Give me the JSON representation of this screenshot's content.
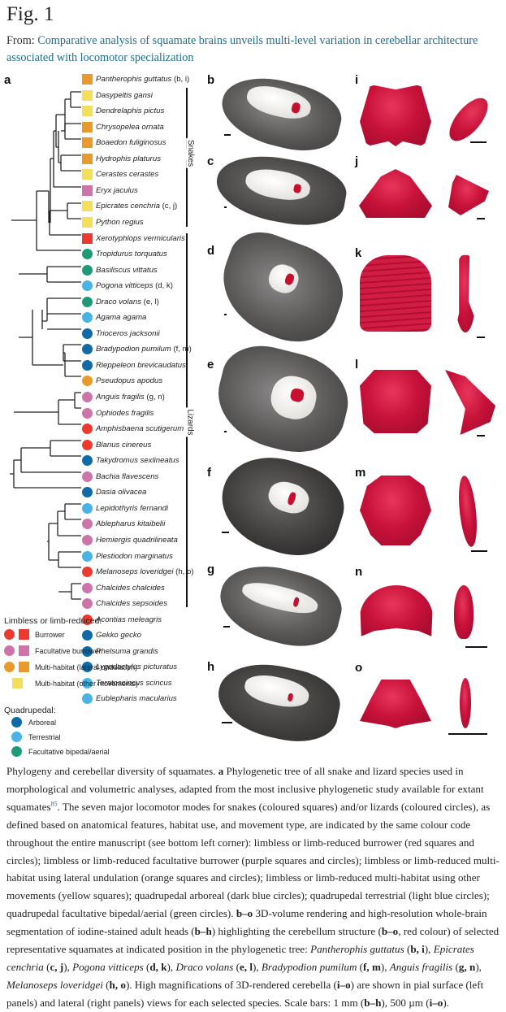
{
  "figure": {
    "title": "Fig. 1",
    "from_label": "From:",
    "article_title": "Comparative analysis of squamate brains unveils multi-level variation in cerebellar architecture associated with locomotor specialization"
  },
  "panel_a": {
    "letter": "a",
    "colors": {
      "burrower": "#ee3a2e",
      "facultative_burrower": "#cf74ab",
      "multi_habitat_lateral": "#ea9a2a",
      "multi_habitat_other": "#f4df5a",
      "arboreal": "#0f6aa8",
      "terrestrial": "#48b4e6",
      "facultative_bipedal": "#1e9a76"
    },
    "clades": [
      {
        "label": "Snakes"
      },
      {
        "label": "Lizards"
      }
    ],
    "species": [
      {
        "name": "Pantherophis guttatus",
        "ref": " (b, i)",
        "shape": "square",
        "mode": "multi_habitat_lateral"
      },
      {
        "name": "Dasypeltis gansi",
        "ref": "",
        "shape": "square",
        "mode": "multi_habitat_other"
      },
      {
        "name": "Dendrelaphis pictus",
        "ref": "",
        "shape": "square",
        "mode": "multi_habitat_other"
      },
      {
        "name": "Chrysopelea ornata",
        "ref": "",
        "shape": "square",
        "mode": "multi_habitat_lateral"
      },
      {
        "name": "Boaedon fuliginosus",
        "ref": "",
        "shape": "square",
        "mode": "multi_habitat_lateral"
      },
      {
        "name": "Hydrophis platurus",
        "ref": "",
        "shape": "square",
        "mode": "multi_habitat_lateral"
      },
      {
        "name": "Cerastes cerastes",
        "ref": "",
        "shape": "square",
        "mode": "multi_habitat_other"
      },
      {
        "name": "Eryx jaculus",
        "ref": "",
        "shape": "square",
        "mode": "facultative_burrower"
      },
      {
        "name": "Epicrates cenchria",
        "ref": " (c, j)",
        "shape": "square",
        "mode": "multi_habitat_other"
      },
      {
        "name": "Python regius",
        "ref": "",
        "shape": "square",
        "mode": "multi_habitat_other"
      },
      {
        "name": "Xerotyphlops vermicularis",
        "ref": "",
        "shape": "square",
        "mode": "burrower"
      },
      {
        "name": "Tropidurus torquatus",
        "ref": "",
        "shape": "circle",
        "mode": "facultative_bipedal"
      },
      {
        "name": "Basiliscus vittatus",
        "ref": "",
        "shape": "circle",
        "mode": "facultative_bipedal"
      },
      {
        "name": "Pogona vitticeps",
        "ref": " (d, k)",
        "shape": "circle",
        "mode": "terrestrial"
      },
      {
        "name": "Draco volans",
        "ref": " (e, l)",
        "shape": "circle",
        "mode": "facultative_bipedal"
      },
      {
        "name": "Agama agama",
        "ref": "",
        "shape": "circle",
        "mode": "terrestrial"
      },
      {
        "name": "Trioceros jacksonii",
        "ref": "",
        "shape": "circle",
        "mode": "arboreal"
      },
      {
        "name": "Bradypodion pumilum",
        "ref": " (f, m)",
        "shape": "circle",
        "mode": "arboreal"
      },
      {
        "name": "Rieppeleon brevicaudatus",
        "ref": "",
        "shape": "circle",
        "mode": "arboreal"
      },
      {
        "name": "Pseudopus apodus",
        "ref": "",
        "shape": "circle",
        "mode": "multi_habitat_lateral"
      },
      {
        "name": "Anguis fragilis",
        "ref": " (g, n)",
        "shape": "circle",
        "mode": "facultative_burrower"
      },
      {
        "name": "Ophiodes fragilis",
        "ref": "",
        "shape": "circle",
        "mode": "facultative_burrower"
      },
      {
        "name": "Amphisbaena scutigerum",
        "ref": "",
        "shape": "circle",
        "mode": "burrower"
      },
      {
        "name": "Blanus cinereus",
        "ref": "",
        "shape": "circle",
        "mode": "burrower"
      },
      {
        "name": "Takydromus sexlineatus",
        "ref": "",
        "shape": "circle",
        "mode": "arboreal"
      },
      {
        "name": "Bachia flavescens",
        "ref": "",
        "shape": "circle",
        "mode": "facultative_burrower"
      },
      {
        "name": "Dasia olivacea",
        "ref": "",
        "shape": "circle",
        "mode": "arboreal"
      },
      {
        "name": "Lepidothyris fernandi",
        "ref": "",
        "shape": "circle",
        "mode": "terrestrial"
      },
      {
        "name": "Ablepharus kitaibelii",
        "ref": "",
        "shape": "circle",
        "mode": "facultative_burrower"
      },
      {
        "name": "Hemiergis quadrilineata",
        "ref": "",
        "shape": "circle",
        "mode": "facultative_burrower"
      },
      {
        "name": "Plestiodon marginatus",
        "ref": "",
        "shape": "circle",
        "mode": "terrestrial"
      },
      {
        "name": "Melanoseps loveridgei",
        "ref": " (h, o)",
        "shape": "circle",
        "mode": "burrower"
      },
      {
        "name": "Chalcides chalcides",
        "ref": "",
        "shape": "circle",
        "mode": "facultative_burrower"
      },
      {
        "name": "Chalcides sepsoides",
        "ref": "",
        "shape": "circle",
        "mode": "facultative_burrower"
      },
      {
        "name": "Acontias meleagris",
        "ref": "",
        "shape": "circle",
        "mode": "burrower"
      },
      {
        "name": "Gekko gecko",
        "ref": "",
        "shape": "circle",
        "mode": "arboreal"
      },
      {
        "name": "Phelsuma grandis",
        "ref": "",
        "shape": "circle",
        "mode": "arboreal"
      },
      {
        "name": "Lygodactylus picturatus",
        "ref": "",
        "shape": "circle",
        "mode": "arboreal"
      },
      {
        "name": "Teratoscincus scincus",
        "ref": "",
        "shape": "circle",
        "mode": "terrestrial"
      },
      {
        "name": "Eublepharis macularius",
        "ref": "",
        "shape": "circle",
        "mode": "terrestrial"
      }
    ]
  },
  "legend": {
    "limbless_heading": "Limbless or limb-reduced:",
    "quadrupedal_heading": "Quadrupedal:",
    "limbless_items": [
      {
        "label": "Burrower",
        "circle": true,
        "square": true,
        "mode": "burrower"
      },
      {
        "label": "Facultative burrower",
        "circle": true,
        "square": true,
        "mode": "facultative_burrower"
      },
      {
        "label": "Multi-habitat (lateral undulation)",
        "circle": true,
        "square": true,
        "mode": "multi_habitat_lateral"
      },
      {
        "label": "Multi-habitat (other movements)",
        "circle": false,
        "square": true,
        "mode": "multi_habitat_other"
      }
    ],
    "quadrupedal_items": [
      {
        "label": "Arboreal",
        "mode": "arboreal"
      },
      {
        "label": "Terrestrial",
        "mode": "terrestrial"
      },
      {
        "label": "Facultative bipedal/aerial",
        "mode": "facultative_bipedal"
      }
    ]
  },
  "panels": {
    "heads": [
      "b",
      "c",
      "d",
      "e",
      "f",
      "g",
      "h"
    ],
    "cerebella": [
      "i",
      "j",
      "k",
      "l",
      "m",
      "n",
      "o"
    ]
  },
  "caption": {
    "p1": "Phylogeny and cerebellar diversity of squamates. ",
    "a_bold": "a",
    "p2": " Phylogenetic tree of all snake and lizard species used in morphological and volumetric analyses, adapted from the most inclusive phylogenetic study available for extant squamates",
    "ref": "85",
    "p3": ". The seven major locomotor modes for snakes (coloured squares) and/or lizards (coloured circles), as defined based on anatomical features, habitat use, and movement type, are indicated by the same colour code throughout the entire manuscript (see bottom left corner): limbless or limb-reduced burrower (red squares and circles); limbless or limb-reduced facultative burrower (purple squares and circles); limbless or limb-reduced multi-habitat using lateral undulation (orange squares and circles); limbless or limb-reduced multi-habitat using other movements (yellow squares); quadrupedal arboreal (dark blue circles); quadrupedal terrestrial (light blue circles); quadrupedal facultative bipedal/aerial (green circles). ",
    "bo_bold": "b–o",
    "p4": " 3D-volume rendering and high-resolution whole-brain segmentation of iodine-stained adult heads (",
    "bh1": "b–h",
    "p5": ") highlighting the cerebellum structure (",
    "bo2": "b–o",
    "p6": ", red colour) of selected representative squamates at indicated position in the phylogenetic tree: ",
    "sp1": "Pantherophis guttatus",
    "r1": "b, i",
    "sp2": "Epicrates cenchria",
    "r2": "c, j",
    "sp3": "Pogona vitticeps",
    "r3": "d, k",
    "sp4": "Draco volans",
    "r4": "e, l",
    "sp5": "Bradypodion pumilum",
    "r5": "f, m",
    "sp6": "Anguis fragilis",
    "r6": "g, n",
    "sp7": "Melanoseps loveridgei",
    "r7": "h, o",
    "p7": ". High magnifications of 3D-rendered cerebella (",
    "io1": "i–o",
    "p8": ") are shown in pial surface (left panels) and lateral (right panels) views for each selected species. Scale bars: 1 mm (",
    "bh2": "b–h",
    "p9": "), 500 µm (",
    "io2": "i–o",
    "p10": ")."
  }
}
